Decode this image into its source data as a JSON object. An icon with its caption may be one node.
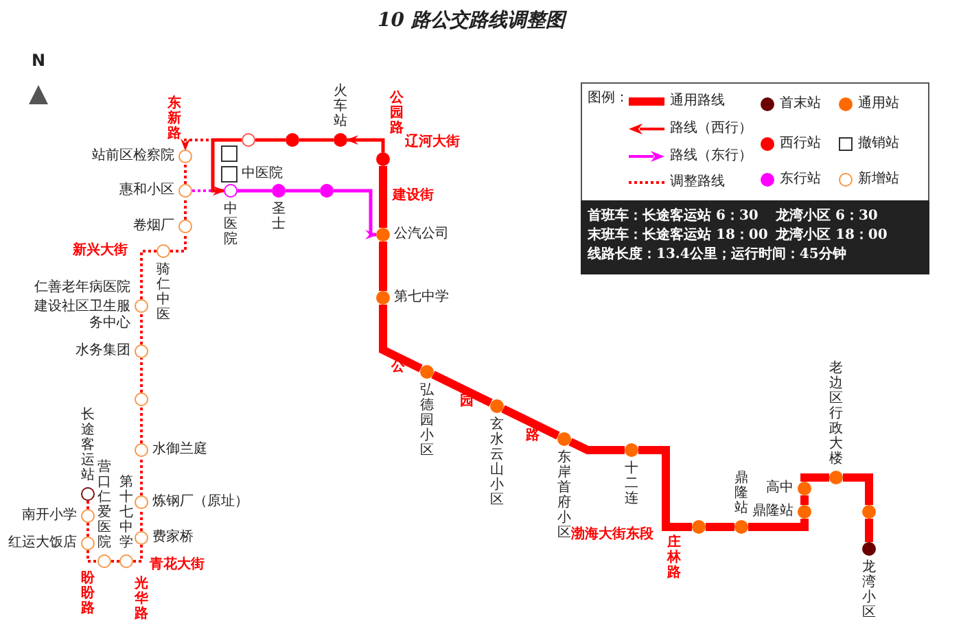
{
  "diagram": {
    "title": "10 路公交路线调整图",
    "nodes": [
      {
        "text": [],
        "shape": "circle"
      },
      {
        "text": [],
        "shape": "circle"
      },
      {
        "text": [
          "火车站"
        ]
      },
      {
        "text": [],
        "shape": "circle"
      },
      {
        "text": [],
        "shape": "box"
      },
      {
        "text": [
          "中医院"
        ]
      },
      {
        "text": [
          "中医院"
        ]
      },
      {
        "text": [
          "圣士"
        ]
      },
      {
        "text": [],
        "shape": "circle"
      },
      {
        "text": [
          "站前区检察院"
        ]
      },
      {
        "text": [
          "惠和小区"
        ]
      },
      {
        "text": [
          "卷烟厂"
        ]
      },
      {
        "text": [
          "骑仁中医"
        ]
      },
      {
        "text": [
          "仁善老年病医院",
          "建设社区卫生服务中心"
        ]
      },
      {
        "text": [
          "水务集团"
        ]
      },
      {
        "text": [],
        "shape": "circle"
      },
      {
        "text": [
          "水御兰庭"
        ]
      },
      {
        "text": [
          "炼钢厂（原址）"
        ]
      },
      {
        "text": [
          "费家桥"
        ]
      },
      {
        "text": [
          "第十七中学"
        ]
      },
      {
        "text": [
          "营口仁爱医院"
        ]
      },
      {
        "text": [
          "红运大饭店"
        ]
      },
      {
        "text": [
          "南开小学"
        ]
      },
      {
        "text": [
          "长途客运站"
        ]
      },
      {
        "text": [
          "公汽公司"
        ]
      },
      {
        "text": [
          "第七中学"
        ]
      },
      {
        "text": [
          "弘德园小区"
        ]
      },
      {
        "text": [
          "玄水云山小区"
        ]
      },
      {
        "text": [
          "东岸首府小区"
        ]
      },
      {
        "text": [
          "十二连"
        ]
      },
      {
        "text": [],
        "shape": "circle"
      },
      {
        "text": [
          "鼎隆站"
        ]
      },
      {
        "text": [
          "高中"
        ]
      },
      {
        "text": [
          "鼎隆站"
        ]
      },
      {
        "text": [
          "老边区行政大楼"
        ]
      },
      {
        "text": [],
        "shape": "circle"
      },
      {
        "text": [
          "龙湾小区"
        ]
      }
    ],
    "edges": [
      {
        "from": 23,
        "to": 22,
        "arrow": "none",
        "style": "dashed"
      },
      {
        "from": 22,
        "to": 21,
        "arrow": "none",
        "style": "dashed"
      },
      {
        "from": 21,
        "to": 20,
        "arrow": "none",
        "style": "dashed"
      },
      {
        "from": 20,
        "to": 19,
        "arrow": "none",
        "style": "dashed"
      },
      {
        "from": 19,
        "to": 18,
        "arrow": "none",
        "style": "dashed"
      },
      {
        "from": 18,
        "to": 17,
        "arrow": "none",
        "style": "dashed"
      },
      {
        "from": 17,
        "to": 16,
        "arrow": "none",
        "style": "dashed"
      },
      {
        "from": 16,
        "to": 15,
        "arrow": "none",
        "style": "dashed"
      },
      {
        "from": 15,
        "to": 14,
        "arrow": "none",
        "style": "dashed"
      },
      {
        "from": 14,
        "to": 13,
        "arrow": "none",
        "style": "dashed"
      },
      {
        "from": 13,
        "to": 12,
        "arrow": "none",
        "style": "dashed"
      },
      {
        "from": 12,
        "to": 11,
        "arrow": "none",
        "style": "dashed"
      },
      {
        "from": 11,
        "to": 10,
        "arrow": "none",
        "style": "dashed"
      },
      {
        "from": 10,
        "to": 9,
        "arrow": "none",
        "style": "dashed"
      },
      {
        "from": 10,
        "to": 6,
        "arrow": "to",
        "style": "dashed",
        "color": "#ff00ff"
      },
      {
        "from": 6,
        "to": 7,
        "arrow": "none",
        "color": "#ff00ff"
      },
      {
        "from": 7,
        "to": 8,
        "arrow": "none",
        "color": "#ff00ff"
      },
      {
        "from": 8,
        "to": 24,
        "arrow": "to",
        "color": "#ff00ff"
      },
      {
        "from": 24,
        "to": 3,
        "arrow": "none",
        "style": "thick"
      },
      {
        "from": 24,
        "to": 25,
        "arrow": "none",
        "style": "thick"
      },
      {
        "from": 25,
        "to": 26,
        "arrow": "none",
        "style": "thick"
      },
      {
        "from": 26,
        "to": 27,
        "arrow": "none",
        "style": "thick"
      },
      {
        "from": 27,
        "to": 28,
        "arrow": "none",
        "style": "thick"
      },
      {
        "from": 28,
        "to": 29,
        "arrow": "none",
        "style": "thick"
      },
      {
        "from": 29,
        "to": 30,
        "arrow": "none",
        "style": "thick"
      },
      {
        "from": 30,
        "to": 31,
        "arrow": "none",
        "style": "thick"
      },
      {
        "from": 31,
        "to": 33,
        "arrow": "none",
        "style": "thick"
      },
      {
        "from": 33,
        "to": 32,
        "arrow": "none",
        "style": "thick"
      },
      {
        "from": 32,
        "to": 34,
        "arrow": "none",
        "style": "thick"
      },
      {
        "from": 34,
        "to": 35,
        "arrow": "none",
        "style": "thick"
      },
      {
        "from": 35,
        "to": 36,
        "arrow": "none",
        "style": "thick"
      },
      {
        "from": 3,
        "to": 2,
        "arrow": "to"
      },
      {
        "from": 2,
        "to": 1,
        "arrow": "none"
      },
      {
        "from": 1,
        "to": 0,
        "arrow": "none"
      },
      {
        "from": 0,
        "to": 6,
        "arrow": "to"
      },
      {
        "from": 0,
        "to": 9,
        "arrow": "to",
        "style": "dashed"
      }
    ],
    "labels": [
      "N",
      "东新路",
      "公园路",
      "辽河大街",
      "建设街",
      "新兴大街",
      "公",
      "园",
      "路",
      "渤海大街东段",
      "庄林路",
      "青花大街",
      "盼盼路",
      "光华路",
      "图例：",
      "首班车：长途客运站 6：30",
      "龙湾小区 6：30",
      "末班车：长途客运站 18：00",
      "龙湾小区 18：00",
      "线路长度：13.4公里；运行时间：45分钟"
    ],
    "legend": [
      {
        "text": "通用路线"
      },
      {
        "text": "路线（西行）"
      },
      {
        "text": "路线（东行）"
      },
      {
        "text": "调整路线"
      },
      {
        "text": "首末站",
        "color": "#6b0000"
      },
      {
        "text": "西行站",
        "color": "#ff0000"
      },
      {
        "text": "东行站",
        "color": "#ff00ff"
      },
      {
        "text": "通用站",
        "color": "#ff6a00"
      },
      {
        "text": "撤销站"
      },
      {
        "text": "新增站"
      }
    ]
  }
}
